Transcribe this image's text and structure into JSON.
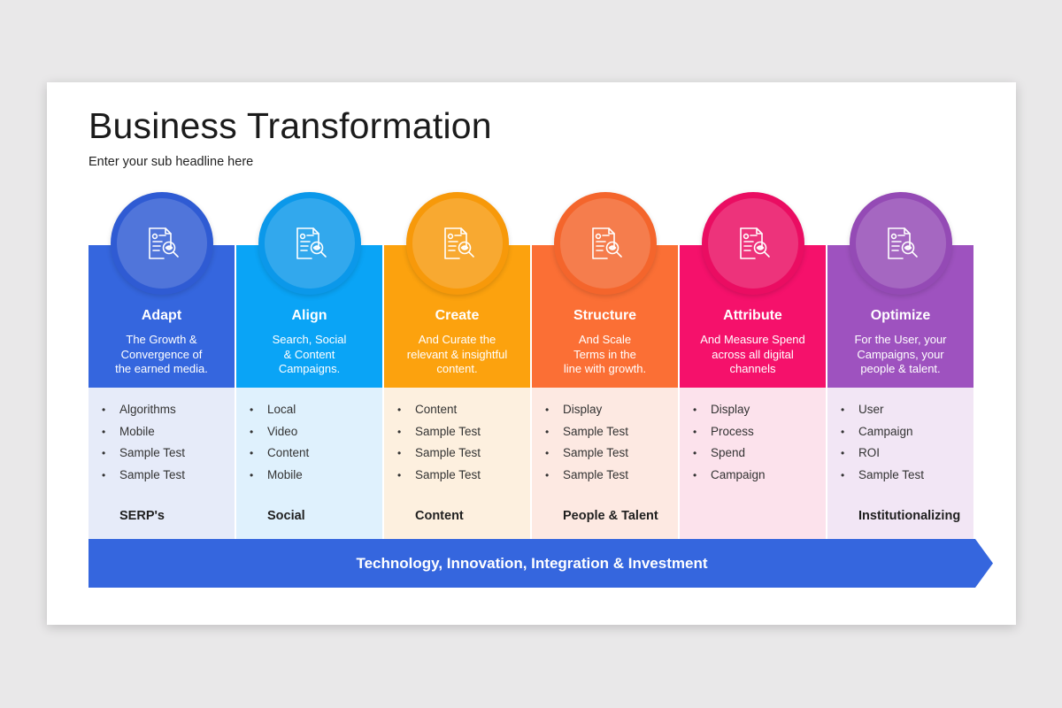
{
  "title": "Business Transformation",
  "subtitle": "Enter your sub headline here",
  "icon": "document-search-icon",
  "columns": [
    {
      "title": "Adapt",
      "desc": [
        "The Growth &",
        "Convergence of",
        "the earned media."
      ],
      "items": [
        "Algorithms",
        "Mobile",
        "Sample Test",
        "Sample Test"
      ],
      "footer": "SERP's",
      "color": "#3566de",
      "ring": "#2f5bd3",
      "light": "#e6ebf9"
    },
    {
      "title": "Align",
      "desc": [
        "Search, Social",
        "& Content",
        "Campaigns."
      ],
      "items": [
        "Local",
        "Video",
        "Content",
        "Mobile"
      ],
      "footer": "Social",
      "color": "#0aa4f6",
      "ring": "#0b98ea",
      "light": "#dff1fd"
    },
    {
      "title": "Create",
      "desc": [
        "And Curate the",
        "relevant & insightful",
        "content."
      ],
      "items": [
        "Content",
        "Sample Test",
        "Sample Test",
        "Sample Test"
      ],
      "footer": "Content",
      "color": "#fca20e",
      "ring": "#f7990a",
      "light": "#fdf0df"
    },
    {
      "title": "Structure",
      "desc": [
        "And Scale",
        "Terms in the",
        "line with growth."
      ],
      "items": [
        "Display",
        "Sample Test",
        "Sample Test",
        "Sample Test"
      ],
      "footer": "People & Talent",
      "color": "#fb6f35",
      "ring": "#f4652c",
      "light": "#fde9e2"
    },
    {
      "title": "Attribute",
      "desc": [
        "And Measure Spend",
        "across all digital",
        "channels"
      ],
      "items": [
        "Display",
        "Process",
        "Spend",
        "Campaign"
      ],
      "footer": "",
      "color": "#f5116b",
      "ring": "#ea0d62",
      "light": "#fce2ec"
    },
    {
      "title": "Optimize",
      "desc": [
        "For the User, your",
        "Campaigns, your",
        "people & talent."
      ],
      "items": [
        "User",
        "Campaign",
        "ROI",
        "Sample Test"
      ],
      "footer": "Institutionalizing",
      "color": "#9e52bf",
      "ring": "#944ab5",
      "light": "#f2e6f5"
    }
  ],
  "banner": {
    "text": "Technology, Innovation, Integration & Investment",
    "color": "#3566de"
  }
}
